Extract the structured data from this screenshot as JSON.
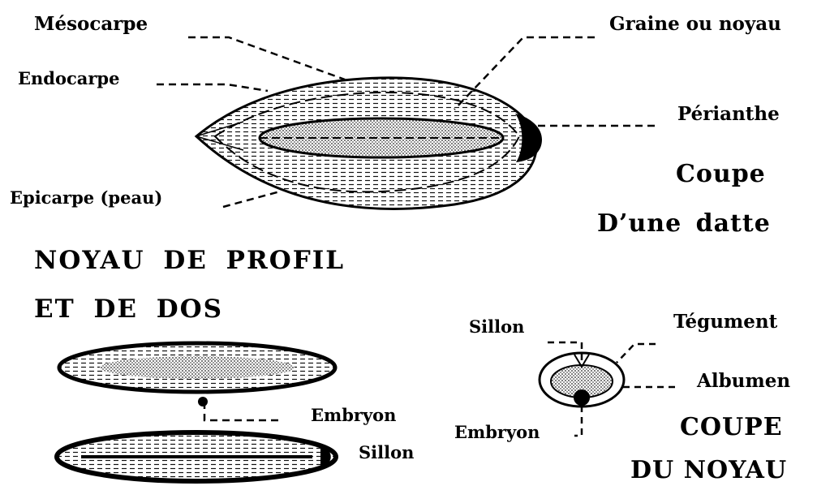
{
  "date_section": {
    "labels": {
      "mesocarpe": "Mésocarpe",
      "graine": "Graine ou noyau",
      "endocarpe": "Endocarpe",
      "perianthe": "Périanthe",
      "epicarpe": "Epicarpe (peau)"
    },
    "title_line1": "Coupe",
    "title_line2": "D’une  datte"
  },
  "pit_profile_section": {
    "title_line1": "NOYAU   DE   PROFIL",
    "title_line2": "ET   DE   DOS",
    "labels": {
      "embryon": "Embryon",
      "sillon": "Sillon"
    }
  },
  "pit_cross_section": {
    "labels": {
      "sillon": "Sillon",
      "tegument": "Tégument",
      "albumen": "Albumen",
      "embryon": "Embryon"
    },
    "title_line1": "COUPE",
    "title_line2": "DU NOYAU"
  }
}
